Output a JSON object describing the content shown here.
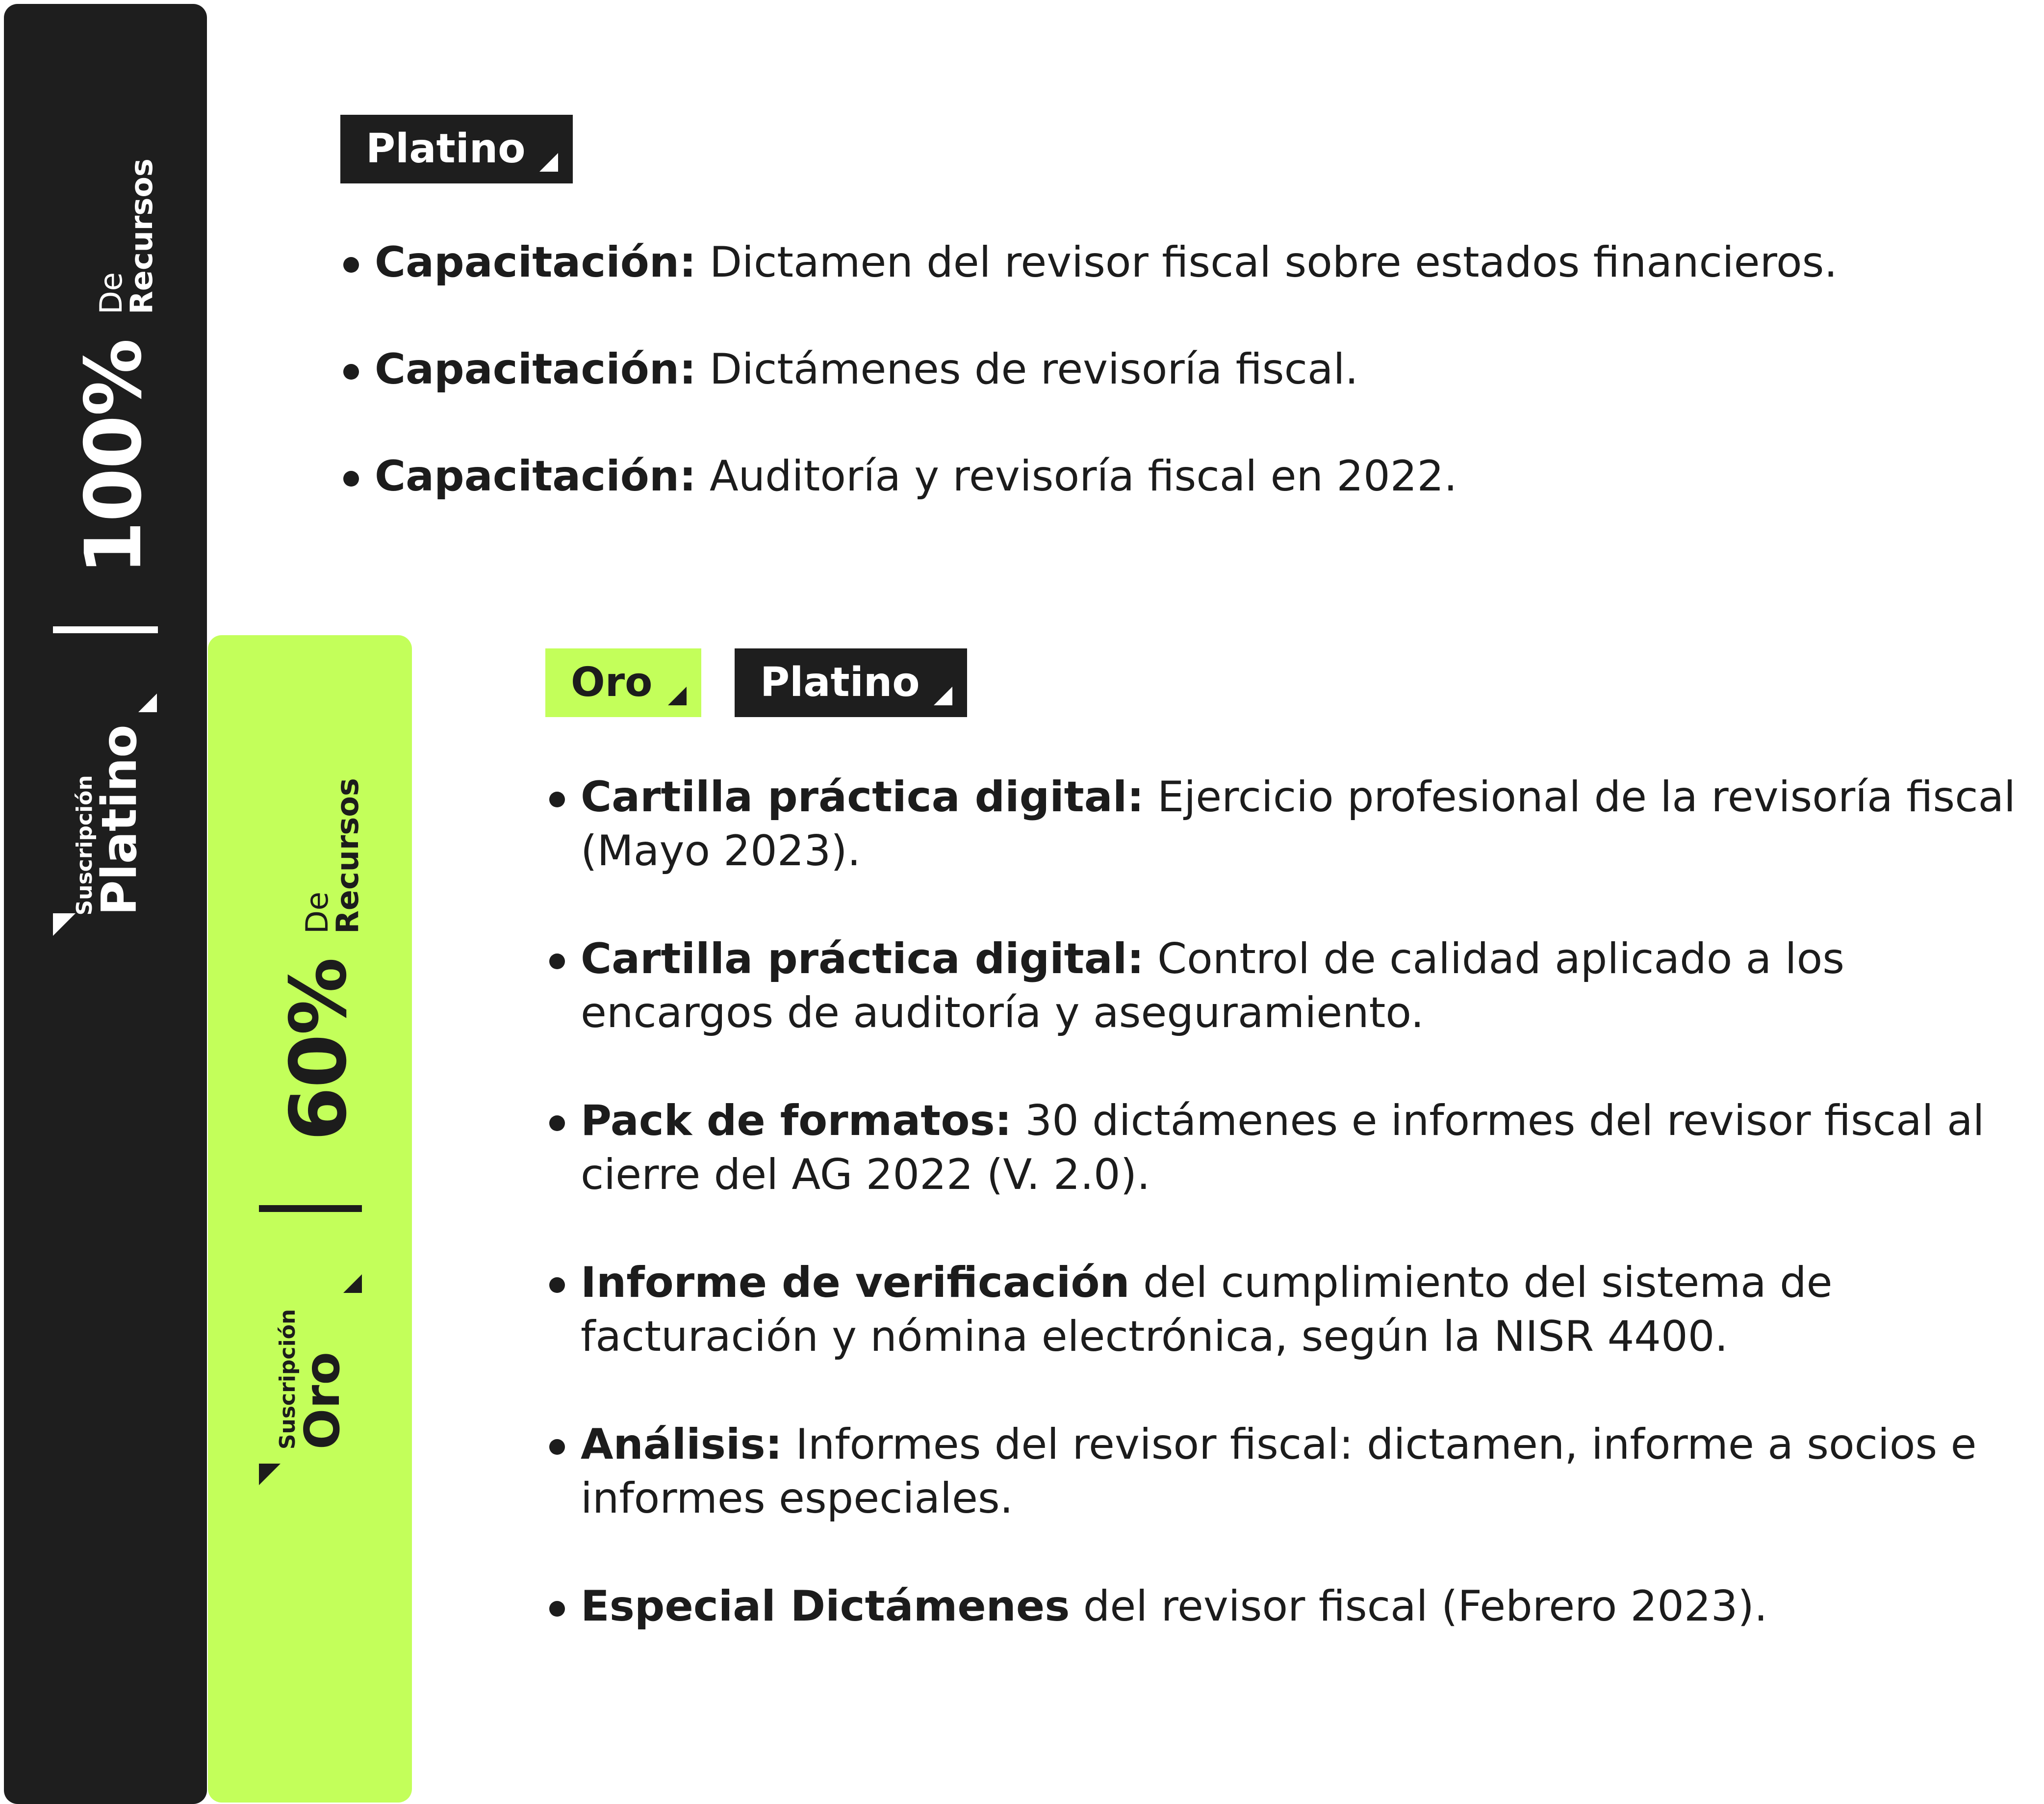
{
  "platino_block": {
    "tag": "Platino",
    "items": [
      {
        "bold": "Capacitación:",
        "text": " Dictamen del revisor fiscal sobre estados financieros."
      },
      {
        "bold": "Capacitación:",
        "text": " Dictámenes de revisoría fiscal."
      },
      {
        "bold": "Capacitación:",
        "text": " Auditoría y revisoría fiscal en 2022."
      }
    ]
  },
  "oro_block": {
    "tags": [
      "Oro",
      "Platino"
    ],
    "items": [
      {
        "bold": "Cartilla práctica digital:",
        "text": " Ejercicio profesional de la revisoría fiscal (Mayo 2023)."
      },
      {
        "bold": "Cartilla práctica digital:",
        "text": " Control de calidad aplicado a los encargos de auditoría y aseguramiento."
      },
      {
        "bold": "Pack de formatos:",
        "text": " 30 dictámenes e informes del revisor fiscal al cierre del AG 2022 (V. 2.0)."
      },
      {
        "bold": "Informe de verificación",
        "text": " del cumplimiento del sistema de facturación y nómina electrónica, según la NISR 4400."
      },
      {
        "bold": "Análisis:",
        "text": " Informes del revisor fiscal: dictamen, informe a socios e informes especiales."
      },
      {
        "bold": "Especial Dictámenes",
        "text": " del revisor fiscal (Febrero 2023)."
      }
    ]
  },
  "sidebar_platino": {
    "percent": "100%",
    "de": "De",
    "recursos": "Recursos",
    "suscripcion": "Suscripción",
    "plan": "Platino"
  },
  "sidebar_oro": {
    "percent": "60%",
    "de": "De",
    "recursos": "Recursos",
    "suscripcion": "Suscripción",
    "plan": "Oro"
  },
  "colors": {
    "dark": "#1e1e1e",
    "green": "#c3ff5a",
    "text": "#1c1c1c"
  }
}
